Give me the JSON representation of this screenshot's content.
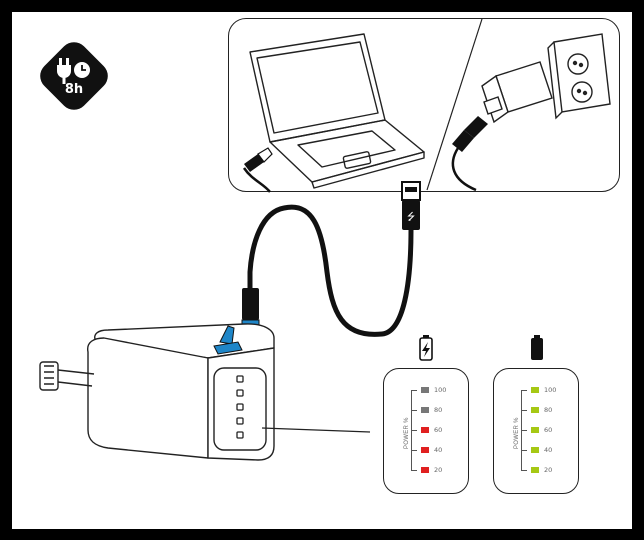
{
  "badge": {
    "charge_time": "8h",
    "icon": "plug-clock-icon"
  },
  "gauge_charging": {
    "state_icon": "battery-charging-icon",
    "axis_label": "POWER %",
    "levels": [
      {
        "label": "100",
        "color": "#777777"
      },
      {
        "label": "80",
        "color": "#777777"
      },
      {
        "label": "60",
        "color": "#e02020"
      },
      {
        "label": "40",
        "color": "#e02020"
      },
      {
        "label": "20",
        "color": "#e02020"
      }
    ]
  },
  "gauge_full": {
    "state_icon": "battery-full-icon",
    "axis_label": "POWER %",
    "levels": [
      {
        "label": "100",
        "color": "#a6c814"
      },
      {
        "label": "80",
        "color": "#a6c814"
      },
      {
        "label": "60",
        "color": "#a6c814"
      },
      {
        "label": "40",
        "color": "#a6c814"
      },
      {
        "label": "20",
        "color": "#a6c814"
      }
    ]
  },
  "colors": {
    "usb_c_accent": "#1f86c8",
    "charging": "#e02020",
    "full": "#a6c814",
    "idle": "#777777"
  }
}
